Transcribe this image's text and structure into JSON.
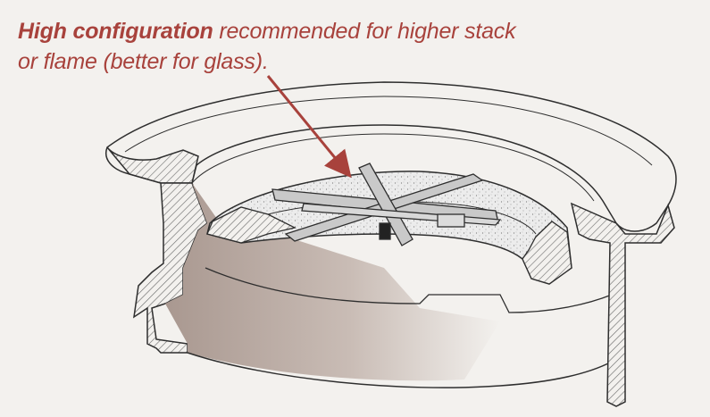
{
  "annotation": {
    "bold_text": "High configuration",
    "line1_rest": " recommended for higher stack",
    "line2": "or flame (better for glass).",
    "color": "#a8423c"
  },
  "colors": {
    "background": "#f3f1ee",
    "outline": "#2e2e2e",
    "interior_shade": "#b8aaa3",
    "burner_bars": "#c9c9c9",
    "media_fill": "#e8e8e8"
  }
}
